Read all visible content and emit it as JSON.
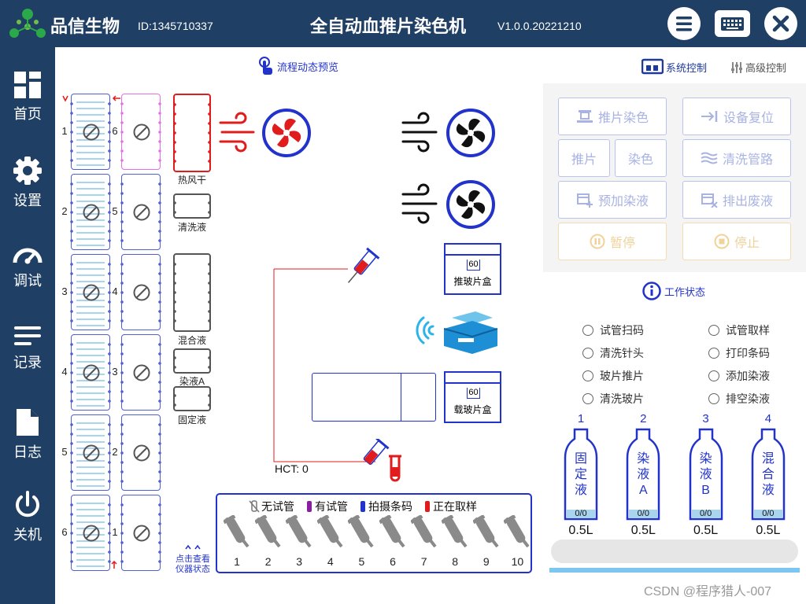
{
  "header": {
    "brand": "品信生物",
    "device_id": "ID:1345710337",
    "title": "全自动血推片染色机",
    "version": "V1.0.0.20221210"
  },
  "sidebar": {
    "items": [
      {
        "label": "首页",
        "icon": "grid-icon"
      },
      {
        "label": "设置",
        "icon": "gear-icon"
      },
      {
        "label": "调试",
        "icon": "gauge-icon"
      },
      {
        "label": "记录",
        "icon": "lines-icon"
      },
      {
        "label": "日志",
        "icon": "document-icon"
      },
      {
        "label": "关机",
        "icon": "power-icon"
      }
    ]
  },
  "toolbar": {
    "preview": "流程动态预览",
    "system_control": "系统控制",
    "advanced_control": "高级控制"
  },
  "left_racks": {
    "col1_numbers": [
      "1",
      "2",
      "3",
      "4",
      "5",
      "6"
    ],
    "col2_numbers": [
      "6",
      "5",
      "4",
      "3",
      "2",
      "1"
    ]
  },
  "baths": {
    "hot_air": "热风干",
    "wash": "清洗液",
    "mix": "混合液",
    "stain_a": "染液A",
    "fix": "固定液"
  },
  "view_status": "点击查看\n仪器状态",
  "hct": "HCT: 0",
  "boxes": {
    "push_count": "60",
    "push_label": "推玻片盒",
    "load_count": "60",
    "load_label": "载玻片盒"
  },
  "legend": {
    "no_tube": "无试管",
    "has_tube": "有试管",
    "scan": "拍摄条码",
    "sampling": "正在取样",
    "tube_numbers": [
      "1",
      "2",
      "3",
      "4",
      "5",
      "6",
      "7",
      "8",
      "9",
      "10"
    ]
  },
  "controls": {
    "push_stain": "推片染色",
    "device_reset": "设备复位",
    "push": "推片",
    "stain": "染色",
    "clean_pipe": "清洗管路",
    "pre_add": "预加染液",
    "discharge": "排出废液",
    "pause": "暂停",
    "stop": "停止"
  },
  "work_status": {
    "title": "工作状态",
    "items": [
      "试管扫码",
      "试管取样",
      "清洗针头",
      "打印条码",
      "玻片推片",
      "添加染液",
      "清洗玻片",
      "排空染液"
    ]
  },
  "bottles": [
    {
      "num": "1",
      "name": [
        "固",
        "定",
        "液"
      ],
      "level": "0/0",
      "volume": "0.5L"
    },
    {
      "num": "2",
      "name": [
        "染",
        "液",
        "A"
      ],
      "level": "0/0",
      "volume": "0.5L"
    },
    {
      "num": "3",
      "name": [
        "染",
        "液",
        "B"
      ],
      "level": "0/0",
      "volume": "0.5L"
    },
    {
      "num": "4",
      "name": [
        "混",
        "合",
        "液"
      ],
      "level": "0/0",
      "volume": "0.5L"
    }
  ],
  "watermark": "CSDN @程序猎人-007",
  "colors": {
    "nav_bg": "#1f3f64",
    "accent": "#2233cc",
    "red": "#e01c1c",
    "light_blue": "#a9d4ee"
  }
}
